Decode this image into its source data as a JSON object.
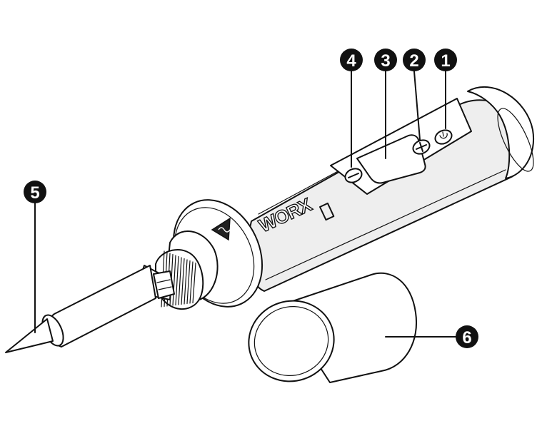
{
  "brand": "WORX",
  "callouts": [
    {
      "id": "1",
      "target": "power-button"
    },
    {
      "id": "2",
      "target": "plus-button"
    },
    {
      "id": "3",
      "target": "display-screen"
    },
    {
      "id": "4",
      "target": "minus-button"
    },
    {
      "id": "5",
      "target": "soldering-tip"
    },
    {
      "id": "6",
      "target": "protective-cap"
    }
  ],
  "icons": {
    "power": "power-icon",
    "plus": "plus-icon",
    "minus": "minus-icon",
    "warning": "hot-surface-warning-icon"
  },
  "colors": {
    "line": "#111111",
    "background": "#ffffff",
    "callout_fill": "#111111",
    "callout_text": "#ffffff"
  }
}
